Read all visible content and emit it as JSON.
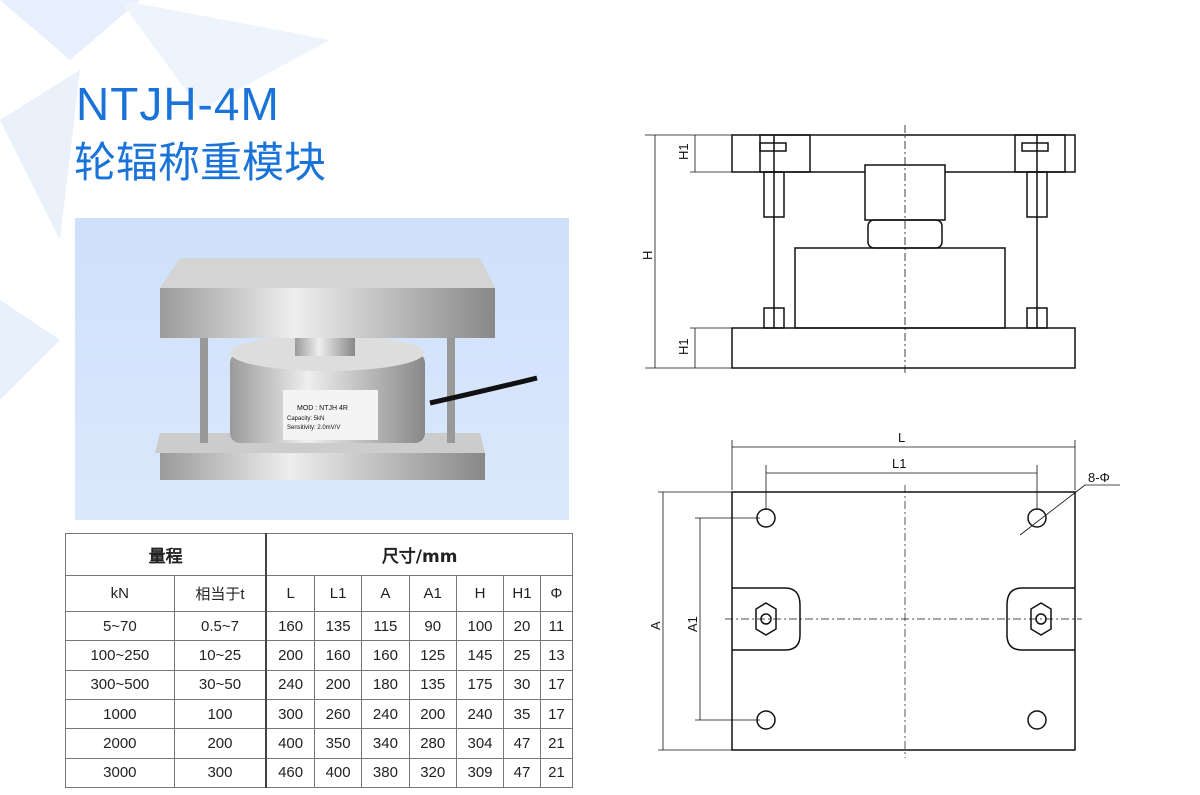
{
  "title": "NTJH-4M",
  "subtitle": "轮辐称重模块",
  "product_label": {
    "model": "MOD : NTJH 4R",
    "capacity": "Capacity: 5kN",
    "sensitivity": "Sensitivity: 2.0mV/V"
  },
  "table": {
    "group_headers": [
      "量程",
      "尺寸/mm"
    ],
    "columns": [
      "kN",
      "相当于t",
      "L",
      "L1",
      "A",
      "A1",
      "H",
      "H1",
      "Φ"
    ],
    "rows": [
      [
        "5~70",
        "0.5~7",
        "160",
        "135",
        "115",
        "90",
        "100",
        "20",
        "11"
      ],
      [
        "100~250",
        "10~25",
        "200",
        "160",
        "160",
        "125",
        "145",
        "25",
        "13"
      ],
      [
        "300~500",
        "30~50",
        "240",
        "200",
        "180",
        "135",
        "175",
        "30",
        "17"
      ],
      [
        "1000",
        "100",
        "300",
        "260",
        "240",
        "200",
        "240",
        "35",
        "17"
      ],
      [
        "2000",
        "200",
        "400",
        "350",
        "340",
        "280",
        "304",
        "47",
        "21"
      ],
      [
        "3000",
        "300",
        "460",
        "400",
        "380",
        "320",
        "309",
        "47",
        "21"
      ]
    ]
  },
  "drawing": {
    "side": {
      "h1_top": "H1",
      "h": "H",
      "h1_bottom": "H1"
    },
    "top": {
      "l": "L",
      "l1": "L1",
      "holes": "8-Φ",
      "a": "A",
      "a1": "A1"
    }
  }
}
